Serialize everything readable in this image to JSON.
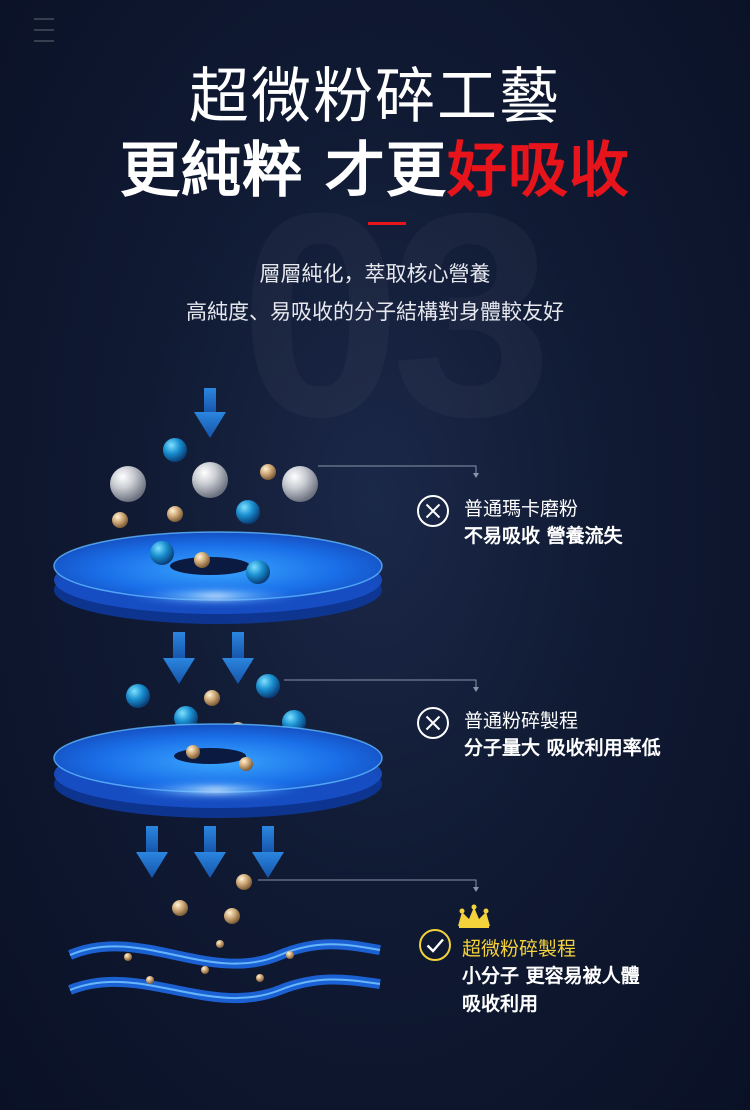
{
  "background_number": "03",
  "title": {
    "line1": "超微粉碎工藝",
    "line2_white": "更純粹 才更",
    "line2_red": "好吸收"
  },
  "description": {
    "line1": "層層純化，萃取核心營養",
    "line2": "高純度、易吸收的分子結構對身體較友好"
  },
  "stages": [
    {
      "status_icon": "x-circle-icon",
      "name": "普通瑪卡磨粉",
      "desc": "不易吸收 營養流失"
    },
    {
      "status_icon": "x-circle-icon",
      "name": "普通粉碎製程",
      "desc": "分子量大 吸收利用率低"
    },
    {
      "status_icon": "check-circle-icon",
      "badge_icon": "crown-icon",
      "name": "超微粉碎製程",
      "desc_line1": "小分子 更容易被人體",
      "desc_line2": "吸收利用"
    }
  ],
  "colors": {
    "accent_red": "#e8141c",
    "highlight_gold": "#f3d23c",
    "disc_blue": "#1f7bff",
    "background": "#101a33"
  }
}
